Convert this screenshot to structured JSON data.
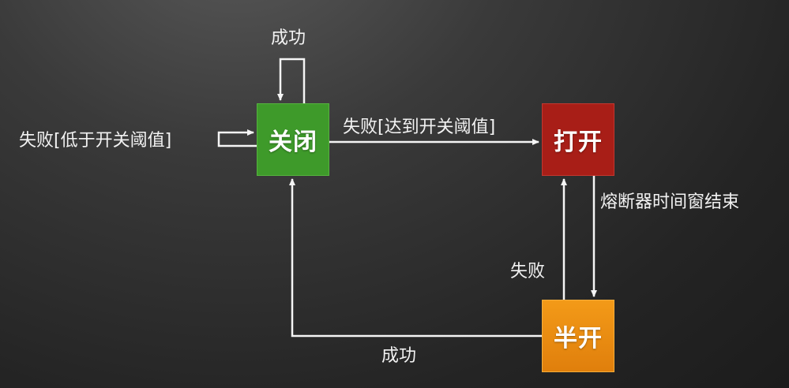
{
  "states": {
    "closed": "关闭",
    "open": "打开",
    "half_open": "半开"
  },
  "transitions": {
    "closed_self_success": "成功",
    "closed_self_failure": "失败[低于开关阈值]",
    "closed_to_open": "失败[达到开关阈值]",
    "open_to_half_open": "熔断器时间窗结束",
    "half_open_to_open": "失败",
    "half_open_to_closed": "成功"
  },
  "colors": {
    "closed": "#3e9a2a",
    "open": "#a81e17",
    "half_open": "#f0900f",
    "arrow": "#f5f5f5"
  }
}
